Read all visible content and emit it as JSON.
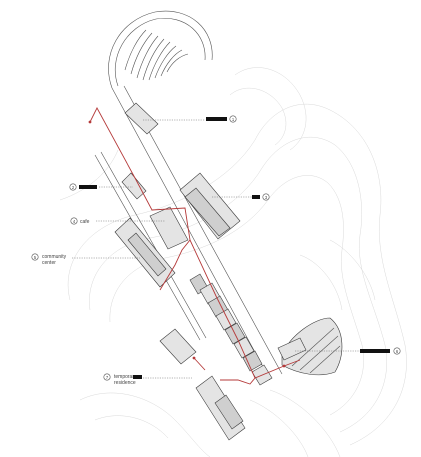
{
  "diagram": {
    "path_color": "#b53a3a",
    "labels": [
      {
        "id": "pavilion",
        "number": "1",
        "text": ""
      },
      {
        "id": "gallery",
        "number": "2",
        "text": ""
      },
      {
        "id": "hall",
        "number": "3",
        "text": ""
      },
      {
        "id": "cafe",
        "number": "4",
        "text": "cafe"
      },
      {
        "id": "community",
        "number": "5",
        "text": "community",
        "text2": "center"
      },
      {
        "id": "overlook",
        "number": "6",
        "text": ""
      },
      {
        "id": "residence",
        "number": "7",
        "text": "temporar",
        "text2": "residence"
      }
    ]
  }
}
